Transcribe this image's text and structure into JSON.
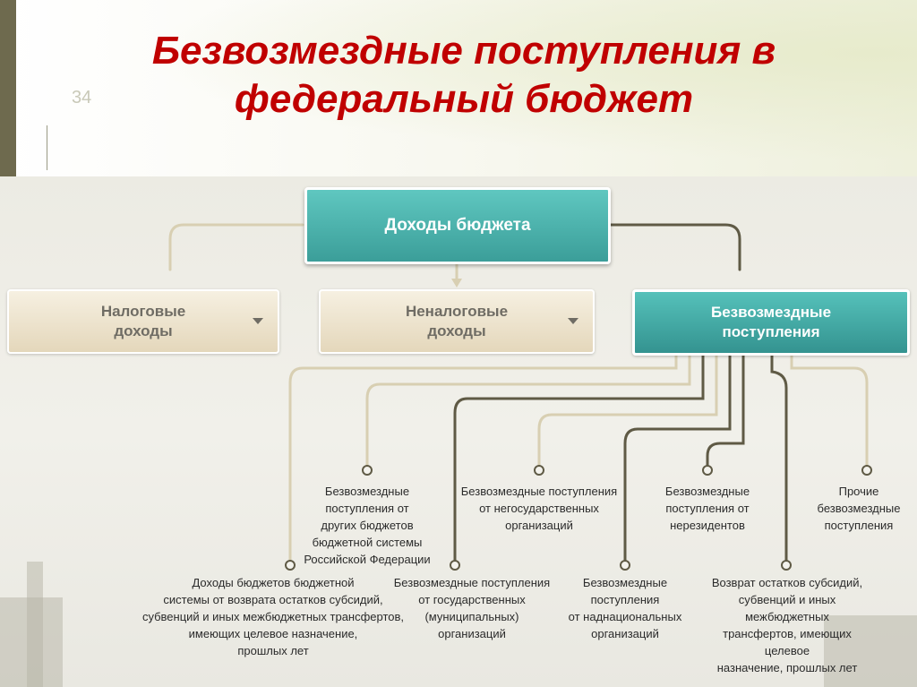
{
  "slide_number": "34",
  "title": "Безвозмездные поступления в федеральный бюджет",
  "diagram": {
    "root": "Доходы бюджета",
    "level1": [
      {
        "label": "Налоговые\nдоходы"
      },
      {
        "label": "Неналоговые\nдоходы"
      },
      {
        "label": "Безвозмездные\nпоступления"
      }
    ],
    "leaves_top": [
      "Безвозмездные\nпоступления от\nдругих бюджетов\nбюджетной системы\nРоссийской Федерации",
      "Безвозмездные поступления\nот негосударственных\nорганизаций",
      "Безвозмездные\nпоступления от\nнерезидентов",
      "Прочие\nбезвозмездные\nпоступления"
    ],
    "leaves_bottom": [
      "Доходы бюджетов бюджетной\nсистемы от возврата остатков субсидий,\nсубвенций и иных межбюджетных трансфертов,\nимеющих целевое назначение,\nпрошлых лет",
      "Безвозмездные поступления\nот государственных\n(муниципальных)\nорганизаций",
      "Безвозмездные\nпоступления\nот наднациональных\nорганизаций",
      "Возврат остатков субсидий,\nсубвенций и иных\nмежбюджетных\nтрансфертов, имеющих\nцелевое\nназначение, прошлых лет"
    ]
  },
  "colors": {
    "title": "#c00000",
    "teal": "#3b9e99",
    "beige": "#e4d7bb",
    "connector": "#8a8570"
  }
}
